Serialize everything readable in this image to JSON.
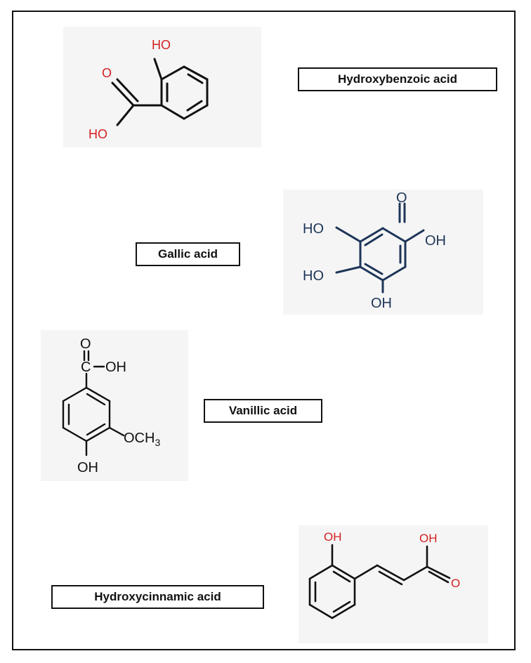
{
  "labels": {
    "hydroxybenzoic": "Hydroxybenzoic acid",
    "gallic": "Gallic acid",
    "vanillic": "Vanillic acid",
    "hydroxycinnamic": "Hydroxycinnamic acid"
  },
  "atoms": {
    "hydroxybenzoic": {
      "ho_top": "HO",
      "o_carbonyl": "O",
      "ho_acid": "HO"
    },
    "gallic": {
      "o_top": "O",
      "oh_right": "OH",
      "ho_upper": "HO",
      "ho_lower": "HO",
      "oh_bottom": "OH"
    },
    "vanillic": {
      "o_top": "O",
      "c_atom": "C",
      "oh_right": "OH",
      "och3_prefix": "OCH",
      "och3_sub": "3",
      "oh_bottom": "OH"
    },
    "hydroxycinnamic": {
      "oh_phenol": "OH",
      "oh_acid": "OH",
      "o_carbonyl": "O"
    }
  },
  "colors": {
    "heteroatom_red": "#d42020",
    "gallic_blue": "#1d3557",
    "bond_black": "#111111",
    "panel_gray": "#f5f5f6"
  }
}
